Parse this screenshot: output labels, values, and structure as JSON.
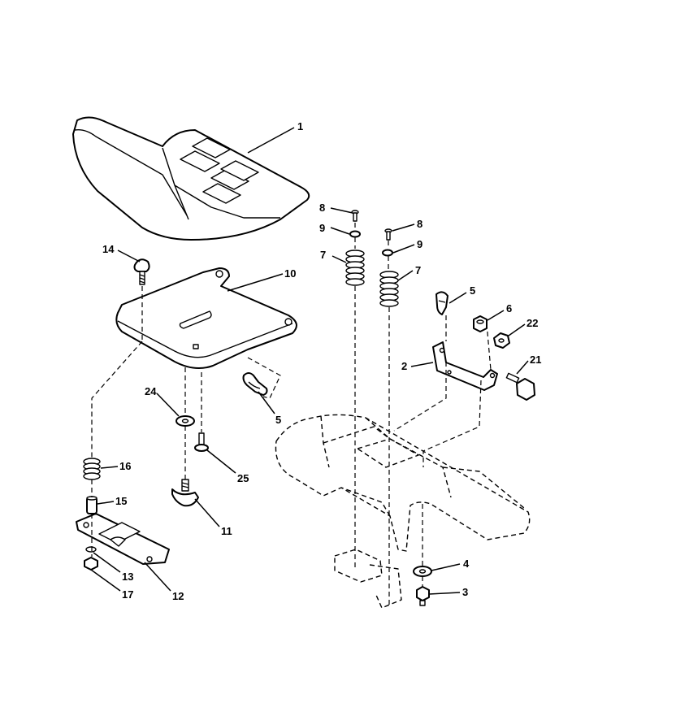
{
  "diagram": {
    "type": "exploded-parts-view",
    "callouts": [
      {
        "key": "c1",
        "label": "1",
        "part": "seat"
      },
      {
        "key": "c10",
        "label": "10",
        "part": "seat-pan"
      },
      {
        "key": "c14",
        "label": "14",
        "part": "carriage-bolt"
      },
      {
        "key": "c24",
        "label": "24",
        "part": "washer"
      },
      {
        "key": "c5a",
        "label": "5",
        "part": "hinge-clip-left"
      },
      {
        "key": "c16",
        "label": "16",
        "part": "spring"
      },
      {
        "key": "c25",
        "label": "25",
        "part": "shoulder-bolt"
      },
      {
        "key": "c15",
        "label": "15",
        "part": "spacer"
      },
      {
        "key": "c11",
        "label": "11",
        "part": "adjustment-knob"
      },
      {
        "key": "c13",
        "label": "13",
        "part": "lock-washer"
      },
      {
        "key": "c17",
        "label": "17",
        "part": "nut"
      },
      {
        "key": "c12",
        "label": "12",
        "part": "slide-plate"
      },
      {
        "key": "c8a",
        "label": "8",
        "part": "screw-left"
      },
      {
        "key": "c9a",
        "label": "9",
        "part": "washer-left"
      },
      {
        "key": "c7a",
        "label": "7",
        "part": "spring-left"
      },
      {
        "key": "c8b",
        "label": "8",
        "part": "screw-right"
      },
      {
        "key": "c9b",
        "label": "9",
        "part": "washer-right"
      },
      {
        "key": "c7b",
        "label": "7",
        "part": "spring-right"
      },
      {
        "key": "c5b",
        "label": "5",
        "part": "hinge-clip-right"
      },
      {
        "key": "c6",
        "label": "6",
        "part": "nut"
      },
      {
        "key": "c22",
        "label": "22",
        "part": "hex-nut"
      },
      {
        "key": "c2",
        "label": "2",
        "part": "bracket"
      },
      {
        "key": "c21",
        "label": "21",
        "part": "bolt"
      },
      {
        "key": "c4",
        "label": "4",
        "part": "washer"
      },
      {
        "key": "c3",
        "label": "3",
        "part": "bolt"
      }
    ]
  }
}
